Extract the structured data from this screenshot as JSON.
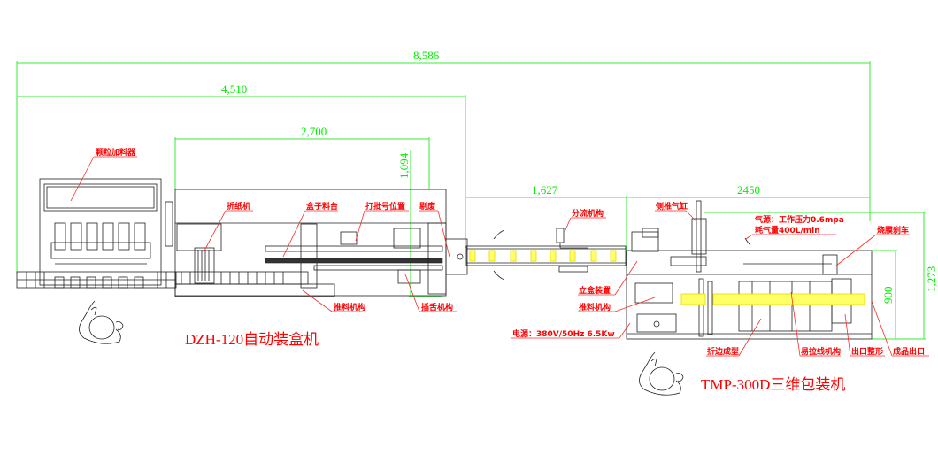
{
  "dimensions": {
    "overall": "8,586",
    "cartoner_length": "4,510",
    "cartoner_body": "2,700",
    "cartoner_height": "1,094",
    "conveyor": "1,627",
    "wrapper_length": "2450",
    "wrapper_total_height": "1,273",
    "wrapper_table_height": "900"
  },
  "cartoner": {
    "title": "DZH-120自动装盒机",
    "labels": {
      "feeder": "颗粒加料器",
      "folder": "折纸机",
      "box_magazine": "盒子料台",
      "batch_print": "打批号位置",
      "reject": "剔废",
      "pusher": "推料机构",
      "tuck": "插舌机构"
    }
  },
  "conveyor": {
    "labels": {
      "diverter": "分流机构"
    }
  },
  "wrapper": {
    "title": "TMP-300D三维包装机",
    "labels": {
      "side_cylinder": "侧推气缸",
      "air_source": "气源：工作压力0.6mpa",
      "air_consumption": "耗气量400L/min",
      "film_brake": "烧膜刹车",
      "box_stand": "立盒装置",
      "pusher": "推料机构",
      "power": "电源：380V/50Hz   6.5Kw",
      "edge_fold": "折边成型",
      "tear_tape": "易拉线机构",
      "exit_shaping": "出口整形",
      "product_exit": "成品出口"
    }
  },
  "colors": {
    "dimension": "#00ee00",
    "label": "#ff0000",
    "product": "#ffff66"
  }
}
